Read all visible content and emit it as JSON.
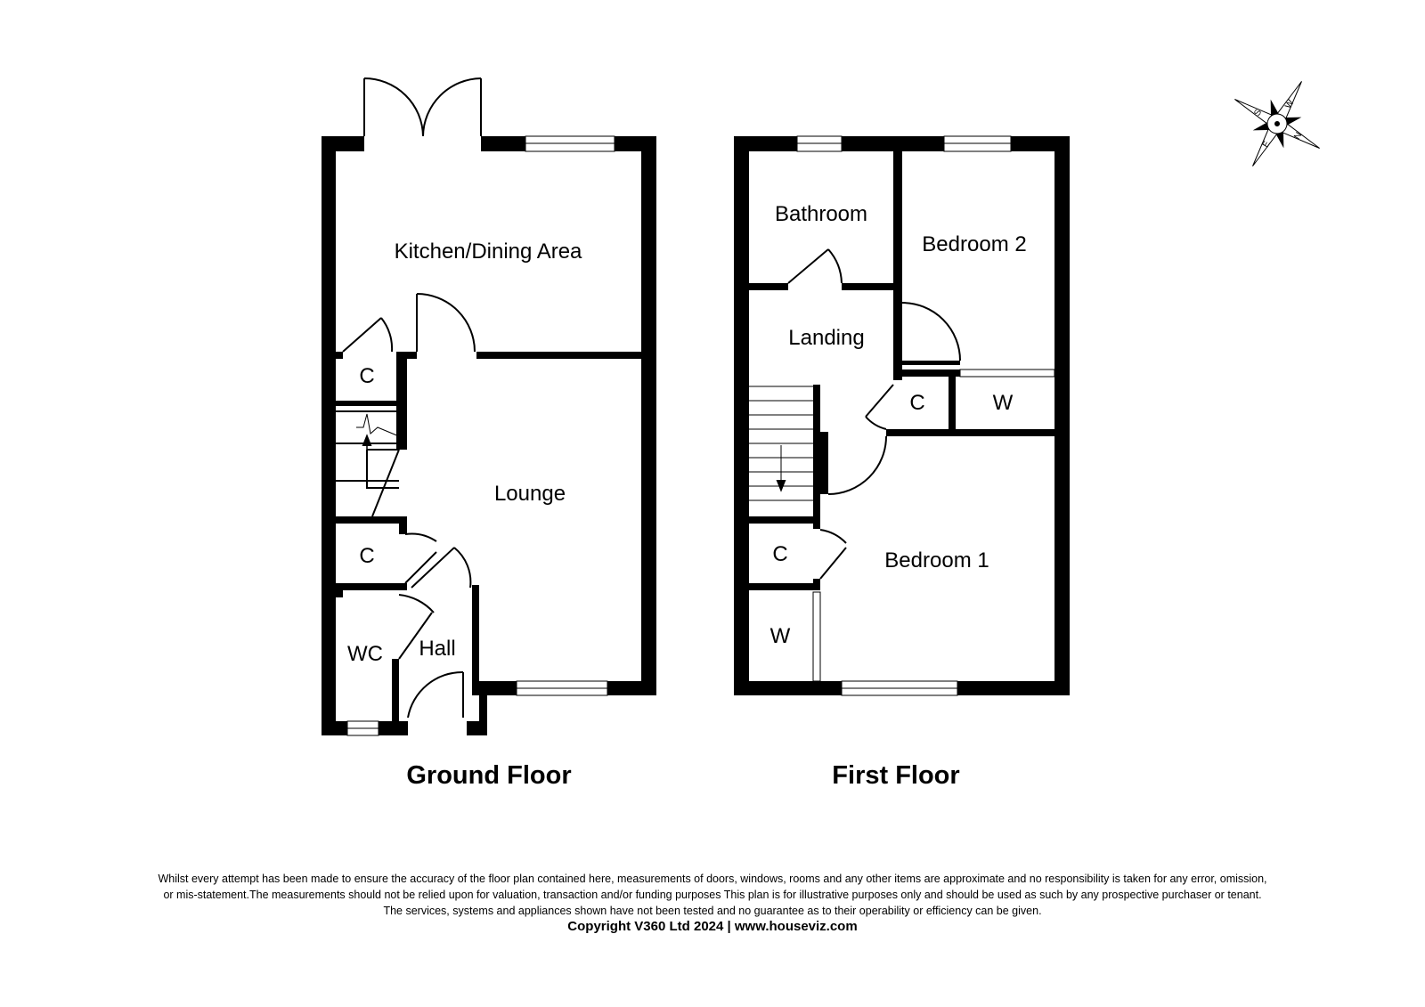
{
  "ground_floor": {
    "title": "Ground Floor",
    "rooms": {
      "kitchen": "Kitchen/Dining Area",
      "lounge": "Lounge",
      "cupboard_1": "C",
      "cupboard_2": "C",
      "wc": "WC",
      "hall": "Hall"
    }
  },
  "first_floor": {
    "title": "First Floor",
    "rooms": {
      "bathroom": "Bathroom",
      "bedroom_2": "Bedroom 2",
      "landing": "Landing",
      "cupboard_1": "C",
      "wardrobe_1": "W",
      "bedroom_1": "Bedroom 1",
      "cupboard_2": "C",
      "wardrobe_2": "W"
    }
  },
  "compass": {
    "labels": [
      "S",
      "E",
      "N",
      "W"
    ]
  },
  "disclaimer": {
    "line1": "Whilst every attempt has been made to ensure the accuracy of the floor plan contained here, measurements of doors, windows, rooms and any other items are approximate and no responsibility is taken for any error, omission,",
    "line2": "or mis-statement.The measurements should not be relied upon for valuation, transaction and/or funding purposes This plan is for illustrative purposes only and should be used as such by any prospective purchaser or tenant.",
    "line3": "The services, systems and appliances shown have not been tested and no guarantee as to their operability or efficiency can be given.",
    "copyright": "Copyright V360 Ltd 2024 | www.houseviz.com"
  }
}
